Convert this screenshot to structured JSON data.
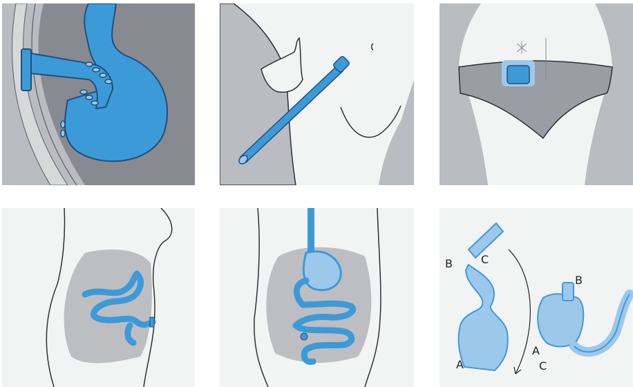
{
  "panels": [
    {
      "id": "p1"
    },
    {
      "id": "p2"
    },
    {
      "id": "p3"
    },
    {
      "id": "p4"
    },
    {
      "id": "p5"
    },
    {
      "id": "p6",
      "labels": {
        "b_left": "B",
        "c_left": "C",
        "a_left": "A",
        "b_right": "B",
        "a_right": "A",
        "c_right": "C"
      }
    }
  ],
  "colors": {
    "tube_blue": "#3d9ad8",
    "light_blue": "#9cc8ec",
    "skin": "#f2f3f3",
    "gray_bg": "#b9bcc0",
    "dark_gray": "#878a91",
    "outline": "#2c2f36",
    "abdomen_shade": "#bdbec1"
  }
}
